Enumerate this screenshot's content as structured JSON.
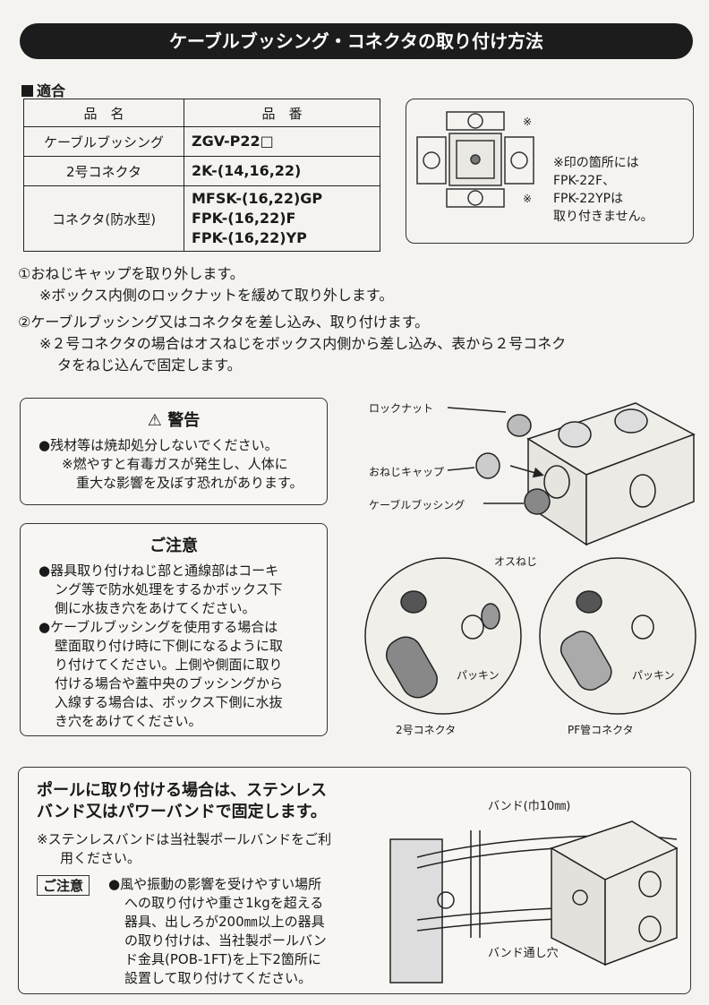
{
  "title": "ケーブルブッシング・コネクタの取り付け方法",
  "compat": {
    "heading": "適合",
    "col_name": "品　名",
    "col_number": "品　番",
    "rows": [
      {
        "name": "ケーブルブッシング",
        "number": "ZGV-P22□"
      },
      {
        "name": "2号コネクタ",
        "number": "2K-(14,16,22)"
      },
      {
        "name": "コネクタ(防水型)",
        "number_lines": [
          "MFSK-(16,22)GP",
          "FPK-(16,22)F",
          "FPK-(16,22)YP"
        ]
      }
    ]
  },
  "diagram_note": {
    "mark": "※",
    "lines": [
      "※印の箇所には",
      "FPK-22F、",
      "FPK-22YPは",
      "取り付きません。"
    ]
  },
  "steps": {
    "s1": "①おねじキャップを取り外します。",
    "s1_note": "※ボックス内側のロックナットを緩めて取り外します。",
    "s2": "②ケーブルブッシング又はコネクタを差し込み、取り付けます。",
    "s2_note_1": "※２号コネクタの場合はオスねじをボックス内側から差し込み、表から２号コネク",
    "s2_note_2": "タをねじ込んで固定します。"
  },
  "warning": {
    "title": "警告",
    "line1": "●残材等は焼却処分しないでください。",
    "line2": "※燃やすと有毒ガスが発生し、人体に",
    "line3": "重大な影響を及ぼす恐れがあります。"
  },
  "caution": {
    "title": "ご注意",
    "b1": [
      "●器具取り付けねじ部と通線部はコーキ",
      "ング等で防水処理をするかボックス下",
      "側に水抜き穴をあけてください。"
    ],
    "b2": [
      "●ケーブルブッシングを使用する場合は",
      "壁面取り付け時に下側になるように取",
      "り付けてください。上側や側面に取り",
      "付ける場合や蓋中央のブッシングから",
      "入線する場合は、ボックス下側に水抜",
      "き穴をあけてください。"
    ]
  },
  "box_labels": {
    "lock_nut": "ロックナット",
    "male_cap": "おねじキャップ",
    "bushing": "ケーブルブッシング"
  },
  "connector_labels": {
    "male_thread": "オスねじ",
    "packing_left": "パッキン",
    "packing_right": "パッキン",
    "connector2": "2号コネクタ",
    "pf_connector": "PF管コネクタ"
  },
  "pole": {
    "heading_1": "ポールに取り付ける場合は、ステンレス",
    "heading_2": "バンド又はパワーバンドで固定します。",
    "note_1": "※ステンレスバンドは当社製ポールバンドをご利",
    "note_2": "用ください。",
    "caution_label": "ご注意",
    "caution_lines": [
      "●風や振動の影響を受けやすい場所",
      "への取り付けや重さ1kgを超える",
      "器具、出しろが200㎜以上の器具",
      "の取り付けは、当社製ポールバン",
      "ド金具(POB-1FT)を上下2箇所に",
      "設置して取り付けてください。"
    ],
    "band_label": "バンド(巾10㎜)",
    "band_hole_label": "バンド通し穴"
  }
}
